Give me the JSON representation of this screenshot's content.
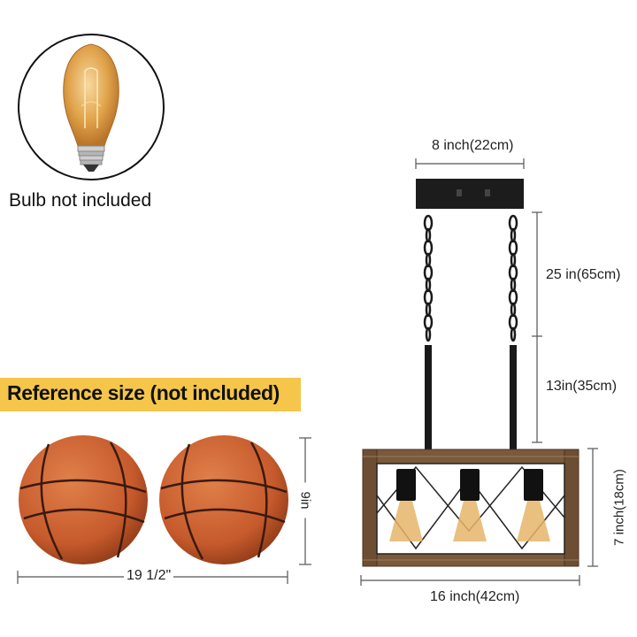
{
  "bulb_caption": "Bulb not included",
  "reference_banner": "Reference size (not included)",
  "balls": {
    "width_label": "19 1/2\"",
    "height_label": "9in"
  },
  "fixture": {
    "canopy_width_label": "8 inch(22cm)",
    "chain_length_label": "25 in(65cm)",
    "rod_length_label": "13in(35cm)",
    "cage_height_label": "7 inch(18cm)",
    "cage_width_label": "16 inch(42cm)"
  },
  "colors": {
    "banner": "#f5c64a",
    "basketball": "#c65a2c",
    "wood": "#7a5a3c",
    "metal": "#1a1a1a",
    "bulb_glass": "#e0a24a"
  }
}
